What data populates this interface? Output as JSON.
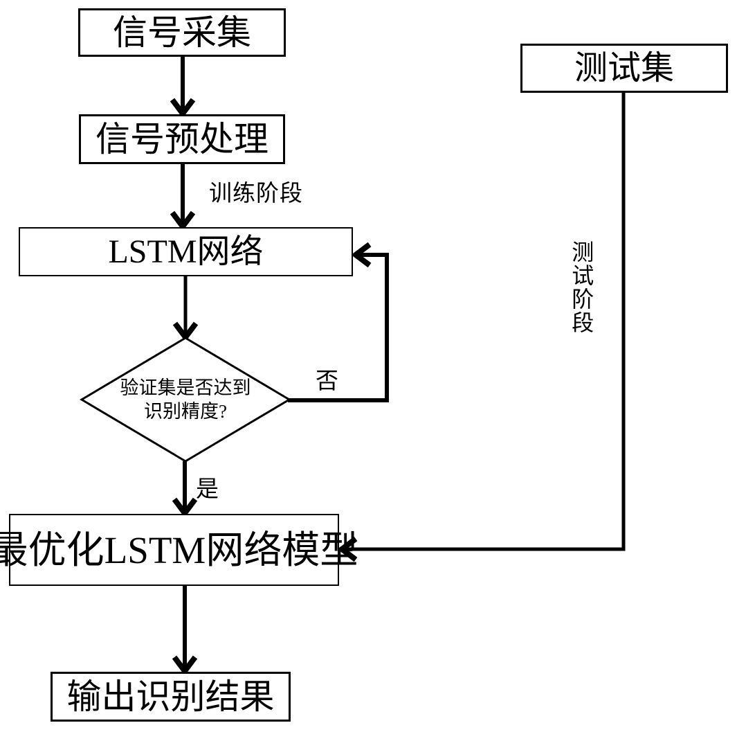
{
  "diagram": {
    "background": "#ffffff",
    "ink": "#000000",
    "nodes": {
      "signal_collection": {
        "label": "信号采集"
      },
      "signal_preprocessing": {
        "label": "信号预处理"
      },
      "lstm_network": {
        "label": "LSTM网络"
      },
      "decision": {
        "line1": "验证集是否达到",
        "line2": "识别精度?"
      },
      "optimized_model": {
        "label": "最优化LSTM网络模型"
      },
      "output_result": {
        "label": "输出识别结果"
      },
      "test_set": {
        "label": "测试集"
      }
    },
    "edge_labels": {
      "training_phase": "训练阶段",
      "testing_phase": "测试阶段",
      "no": "否",
      "yes": "是"
    }
  }
}
